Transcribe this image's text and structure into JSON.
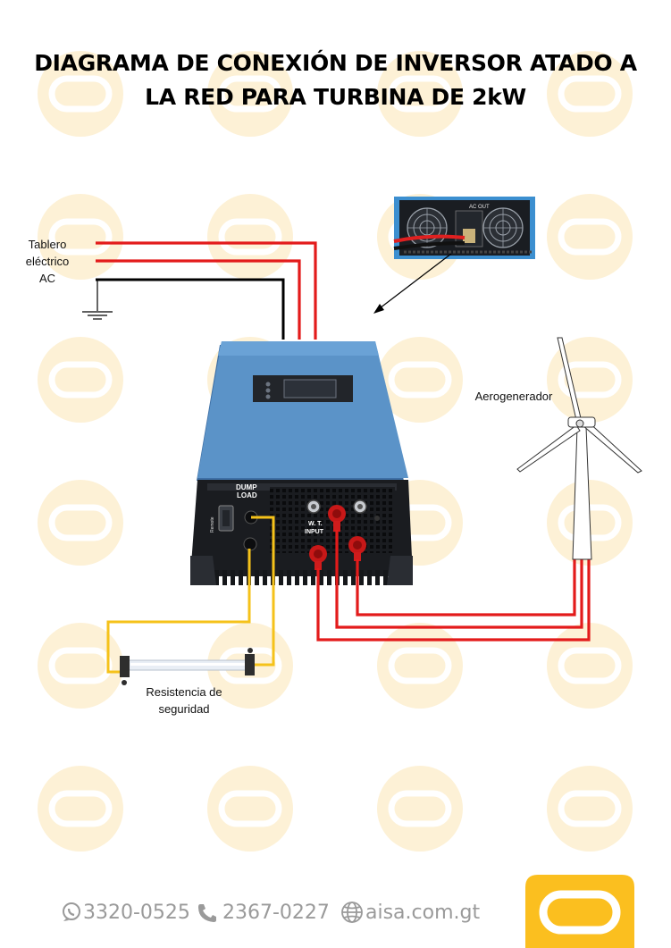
{
  "title": {
    "line1": "DIAGRAMA DE CONEXIÓN DE INVERSOR ATADO A",
    "line2": "LA RED PARA TURBINA DE 2kW"
  },
  "labels": {
    "panel_line1": "Tablero",
    "panel_line2": "eléctrico",
    "panel_line3": "AC",
    "turbine": "Aerogenerador",
    "resistor_line1": "Resistencia de",
    "resistor_line2": "seguridad"
  },
  "inverter": {
    "dump_load_line1": "DUMP",
    "dump_load_line2": "LOAD",
    "wt_input_line1": "W. T.",
    "wt_input_line2": "INPUT",
    "remote": "Remote"
  },
  "inset": {
    "ac_out": "AC OUT"
  },
  "footer": {
    "whatsapp": "3320-0525",
    "phone": "2367-0227",
    "website": "aisa.com.gt"
  },
  "colors": {
    "ac_line": "#e31b1b",
    "neutral": "#000000",
    "dump_wire": "#f5c21a",
    "inverter_blue": "#5b93c8",
    "watermark": "#fdf1d6",
    "brand": "#fbbf1f"
  }
}
